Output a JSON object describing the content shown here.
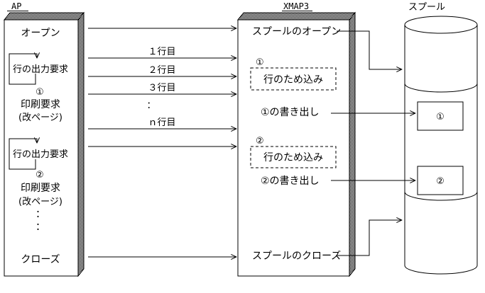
{
  "colors": {
    "ink": "#000000",
    "background": "#ffffff"
  },
  "ap": {
    "label": "AP",
    "open": "オープン",
    "loop1_text": "行の出力要求",
    "loop1_marker": "①",
    "print1": "印刷要求",
    "print1_note": "(改ページ)",
    "loop2_text": "行の出力要求",
    "loop2_marker": "②",
    "print2": "印刷要求",
    "print2_note": "(改ページ)",
    "vdots1": "：",
    "vdots2": "：",
    "close": "クローズ"
  },
  "transfer": {
    "row1": "１行目",
    "row2": "２行目",
    "row3": "３行目",
    "vdots": "：",
    "rown": "ｎ行目"
  },
  "xmap3": {
    "label": "XMAP3",
    "spool_open": "スプールのオープン",
    "buffer1_marker": "①",
    "buffer1": "行のため込み",
    "write1": "①の書き出し",
    "buffer2_marker": "②",
    "buffer2": "行のため込み",
    "write2": "②の書き出し",
    "spool_close": "スプールのクローズ"
  },
  "spool": {
    "label": "スプール",
    "block1": "①",
    "block2": "②"
  }
}
